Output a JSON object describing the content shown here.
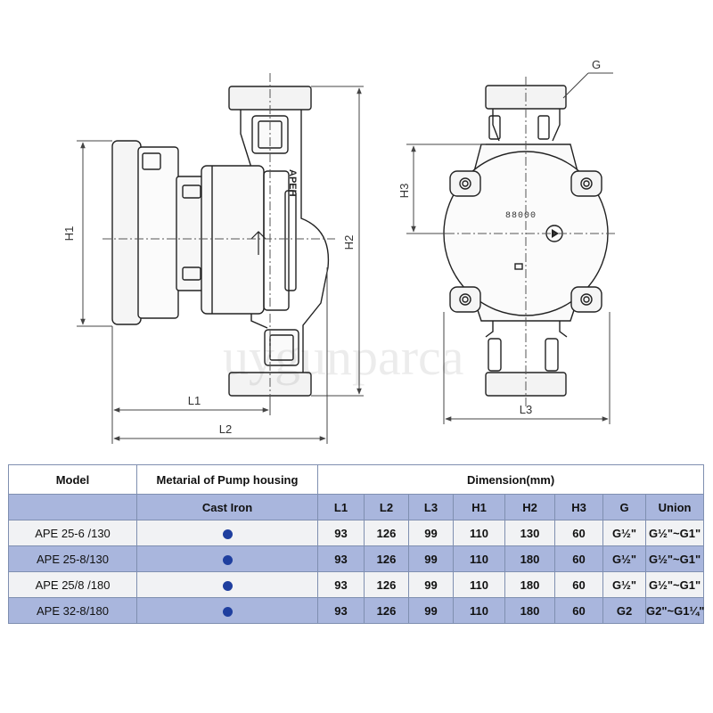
{
  "drawing": {
    "dimension_labels": {
      "H1": "H1",
      "H2": "H2",
      "H3": "H3",
      "L1": "L1",
      "L2": "L2",
      "L3": "L3",
      "G": "G"
    },
    "housing_marking": "APEH",
    "nameplate_text": "88000",
    "watermark": "uygunparca"
  },
  "table": {
    "header_row1": {
      "model": "Model",
      "material": "Metarial of Pump housing",
      "dimension": "Dimension(mm)"
    },
    "header_row2": {
      "material_type": "Cast Iron",
      "columns": [
        "L1",
        "L2",
        "L3",
        "H1",
        "H2",
        "H3",
        "G",
        "Union"
      ]
    },
    "rows": [
      {
        "model": "APE 25-6 /130",
        "values": [
          "93",
          "126",
          "99",
          "110",
          "130",
          "60",
          "G½\"",
          "G½\"~G1\""
        ]
      },
      {
        "model": "APE 25-8/130",
        "values": [
          "93",
          "126",
          "99",
          "110",
          "180",
          "60",
          "G½\"",
          "G½\"~G1\""
        ]
      },
      {
        "model": "APE 25/8 /180",
        "values": [
          "93",
          "126",
          "99",
          "110",
          "180",
          "60",
          "G½\"",
          "G½\"~G1\""
        ]
      },
      {
        "model": "APE 32-8/180",
        "values": [
          "93",
          "126",
          "99",
          "110",
          "180",
          "60",
          "G2",
          "G2\"~G1¼\""
        ]
      }
    ],
    "dot_color": "#1f3f9f",
    "border_color": "#7f8fb0",
    "highlight_color": "#a9b6dd"
  }
}
